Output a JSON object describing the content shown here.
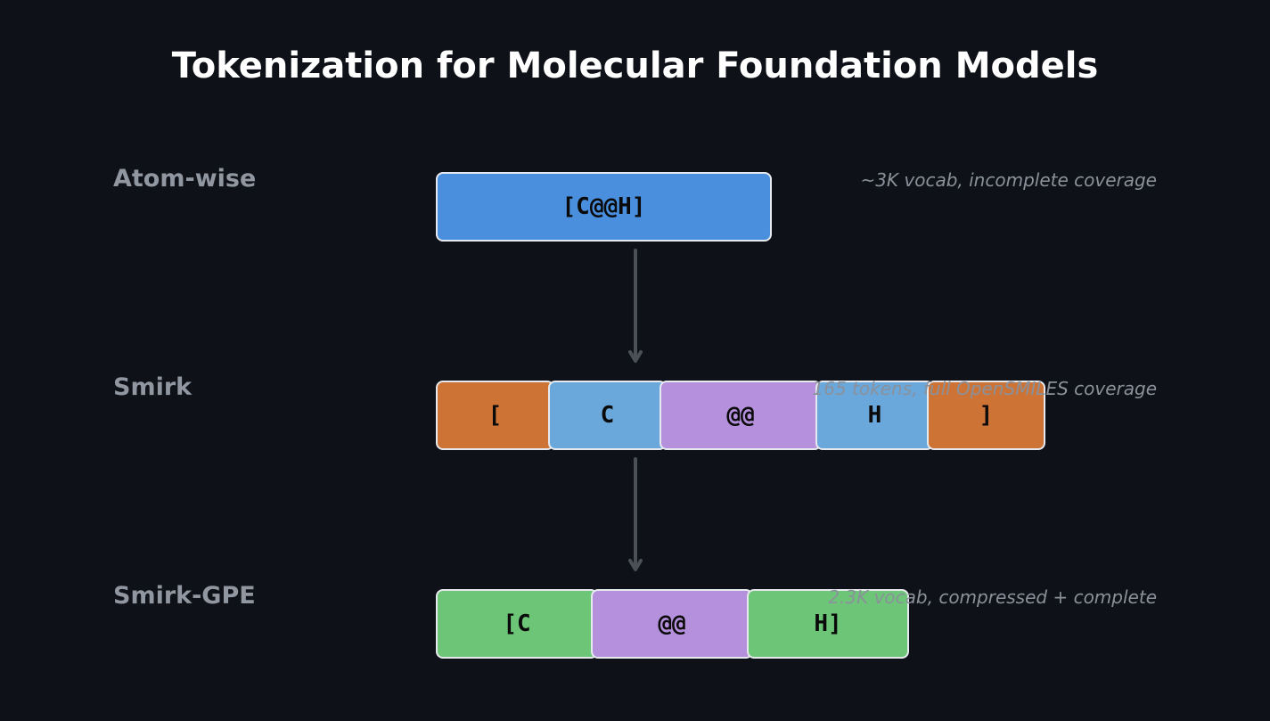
{
  "title": "Tokenization for Molecular Foundation Models",
  "colors": {
    "background": "#0e1117",
    "atom_blue": "#4a8fdd",
    "char_orange": "#cc7335",
    "char_blue": "#6aa8dc",
    "chirality_purple": "#b590dc",
    "merged_green": "#6dc677",
    "token_border": "#e6e9ee",
    "arrow": "#4a4f58"
  },
  "rows": [
    {
      "label": "Atom-wise",
      "note": "~3K vocab, incomplete coverage",
      "tokens": [
        "[C@@H]"
      ]
    },
    {
      "label": "Smirk",
      "note": "165 tokens, full OpenSMILES coverage",
      "tokens": [
        "[",
        "C",
        "@@",
        "H",
        "]"
      ]
    },
    {
      "label": "Smirk-GPE",
      "note": "2.3K vocab, compressed + complete",
      "tokens": [
        "[C",
        "@@",
        "H]"
      ]
    }
  ]
}
